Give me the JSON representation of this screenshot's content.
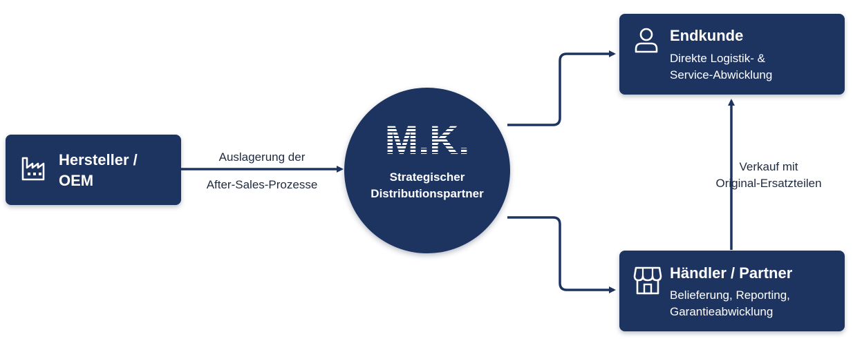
{
  "colors": {
    "box_fill": "#1d3461",
    "arrow": "#1d3461",
    "label_text": "#1f2a3d",
    "background": "#ffffff"
  },
  "nodes": {
    "hersteller": {
      "icon": "factory-icon",
      "title_line1": "Hersteller /",
      "title_line2": "OEM"
    },
    "center": {
      "logo_text": "M.K.",
      "subtitle_line1": "Strategischer",
      "subtitle_line2": "Distributionspartner"
    },
    "endkunde": {
      "icon": "user-icon",
      "title": "Endkunde",
      "desc_line1": "Direkte Logistik- &",
      "desc_line2": "Service-Abwicklung"
    },
    "haendler": {
      "icon": "store-icon",
      "title": "Händler / Partner",
      "desc_line1": "Belieferung, Reporting,",
      "desc_line2": "Garantieabwicklung"
    }
  },
  "edges": {
    "hersteller_to_center": {
      "label_line1": "Auslagerung der",
      "label_line2": "After-Sales-Prozesse"
    },
    "haendler_to_endkunde": {
      "label_line1": "Verkauf mit",
      "label_line2": "Original-Ersatzteilen"
    }
  }
}
